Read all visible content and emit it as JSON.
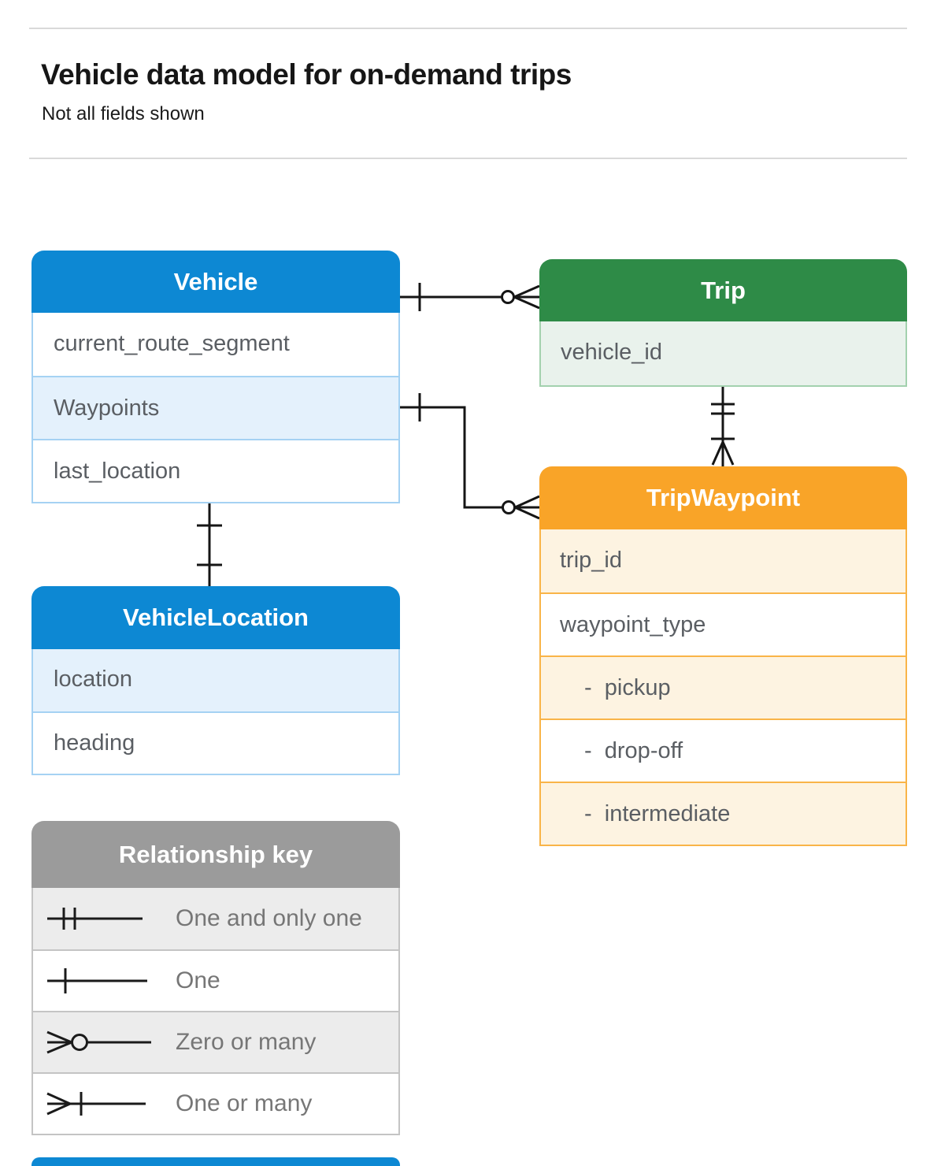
{
  "header": {
    "title": "Vehicle data model for on-demand trips",
    "subtitle": "Not all fields shown"
  },
  "tables": {
    "vehicle": {
      "title": "Vehicle",
      "fields": [
        "current_route_segment",
        "Waypoints",
        "last_location"
      ]
    },
    "trip": {
      "title": "Trip",
      "fields": [
        "vehicle_id"
      ]
    },
    "tripWaypoint": {
      "title": "TripWaypoint",
      "fields": [
        "trip_id",
        "waypoint_type",
        "-  pickup",
        "-  drop-off",
        "-  intermediate"
      ]
    },
    "vehicleLocation": {
      "title": "VehicleLocation",
      "fields": [
        "location",
        "heading"
      ]
    }
  },
  "legend": {
    "title": "Relationship key",
    "items": [
      {
        "symbol": "one-and-only-one",
        "label": "One and only one"
      },
      {
        "symbol": "one",
        "label": "One"
      },
      {
        "symbol": "zero-or-many",
        "label": "Zero or many"
      },
      {
        "symbol": "one-or-many",
        "label": "One or many"
      }
    ]
  },
  "relationships": [
    {
      "from": "Vehicle",
      "to": "Trip",
      "from_cardinality": "one",
      "to_cardinality": "zero-or-many"
    },
    {
      "from": "Vehicle.Waypoints",
      "to": "TripWaypoint",
      "from_cardinality": "one",
      "to_cardinality": "zero-or-many"
    },
    {
      "from": "Trip",
      "to": "TripWaypoint",
      "from_cardinality": "one-and-only-one",
      "to_cardinality": "one-or-many"
    },
    {
      "from": "Vehicle",
      "to": "VehicleLocation",
      "from_cardinality": "one",
      "to_cardinality": "one"
    }
  ],
  "colors": {
    "blue_header": "#0d88d3",
    "blue_row": "#e4f1fc",
    "blue_border": "#a5d2f3",
    "green_header": "#2e8b47",
    "green_row": "#e9f2ec",
    "green_border": "#a3d1ae",
    "orange_header": "#f9a428",
    "orange_row": "#fdf3e1",
    "orange_border": "#f9b448",
    "gray_header": "#9b9b9b",
    "gray_row": "#ececec",
    "gray_border": "#c4c4c4",
    "connector_line": "#151515",
    "field_text": "#5a5e63",
    "legend_text": "#767676"
  }
}
